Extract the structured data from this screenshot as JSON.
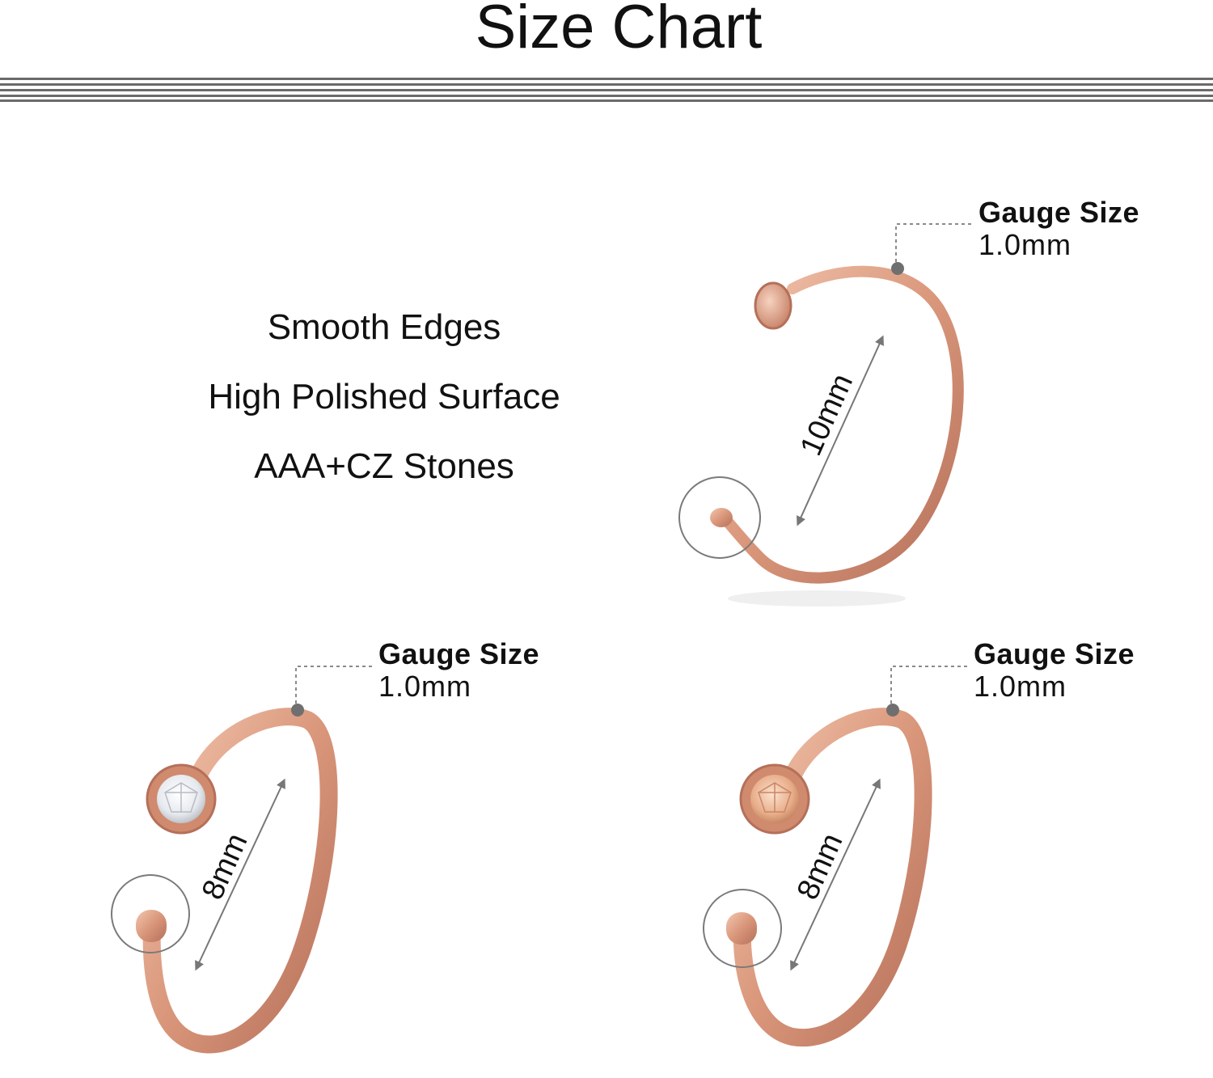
{
  "title": "Size Chart",
  "features": [
    "Smooth Edges",
    "High Polished Surface",
    "AAA+CZ Stones"
  ],
  "rings": [
    {
      "diameter_label": "10mm",
      "gauge_label": "Gauge Size",
      "gauge_value": "1.0mm",
      "end_style": "flat-disc"
    },
    {
      "diameter_label": "8mm",
      "gauge_label": "Gauge Size",
      "gauge_value": "1.0mm",
      "end_style": "clear-cz-stone"
    },
    {
      "diameter_label": "8mm",
      "gauge_label": "Gauge Size",
      "gauge_value": "1.0mm",
      "end_style": "champagne-cz-stone"
    }
  ],
  "colors": {
    "rose_gold": "#d9967a",
    "rose_gold_dark": "#b5705a",
    "rose_gold_light": "#f3c7b0",
    "rule": "#6a6a6a",
    "pointer": "#7a7a7a",
    "clear_stone": "#e6e9ee",
    "champagne_stone": "#e8ad8a"
  }
}
